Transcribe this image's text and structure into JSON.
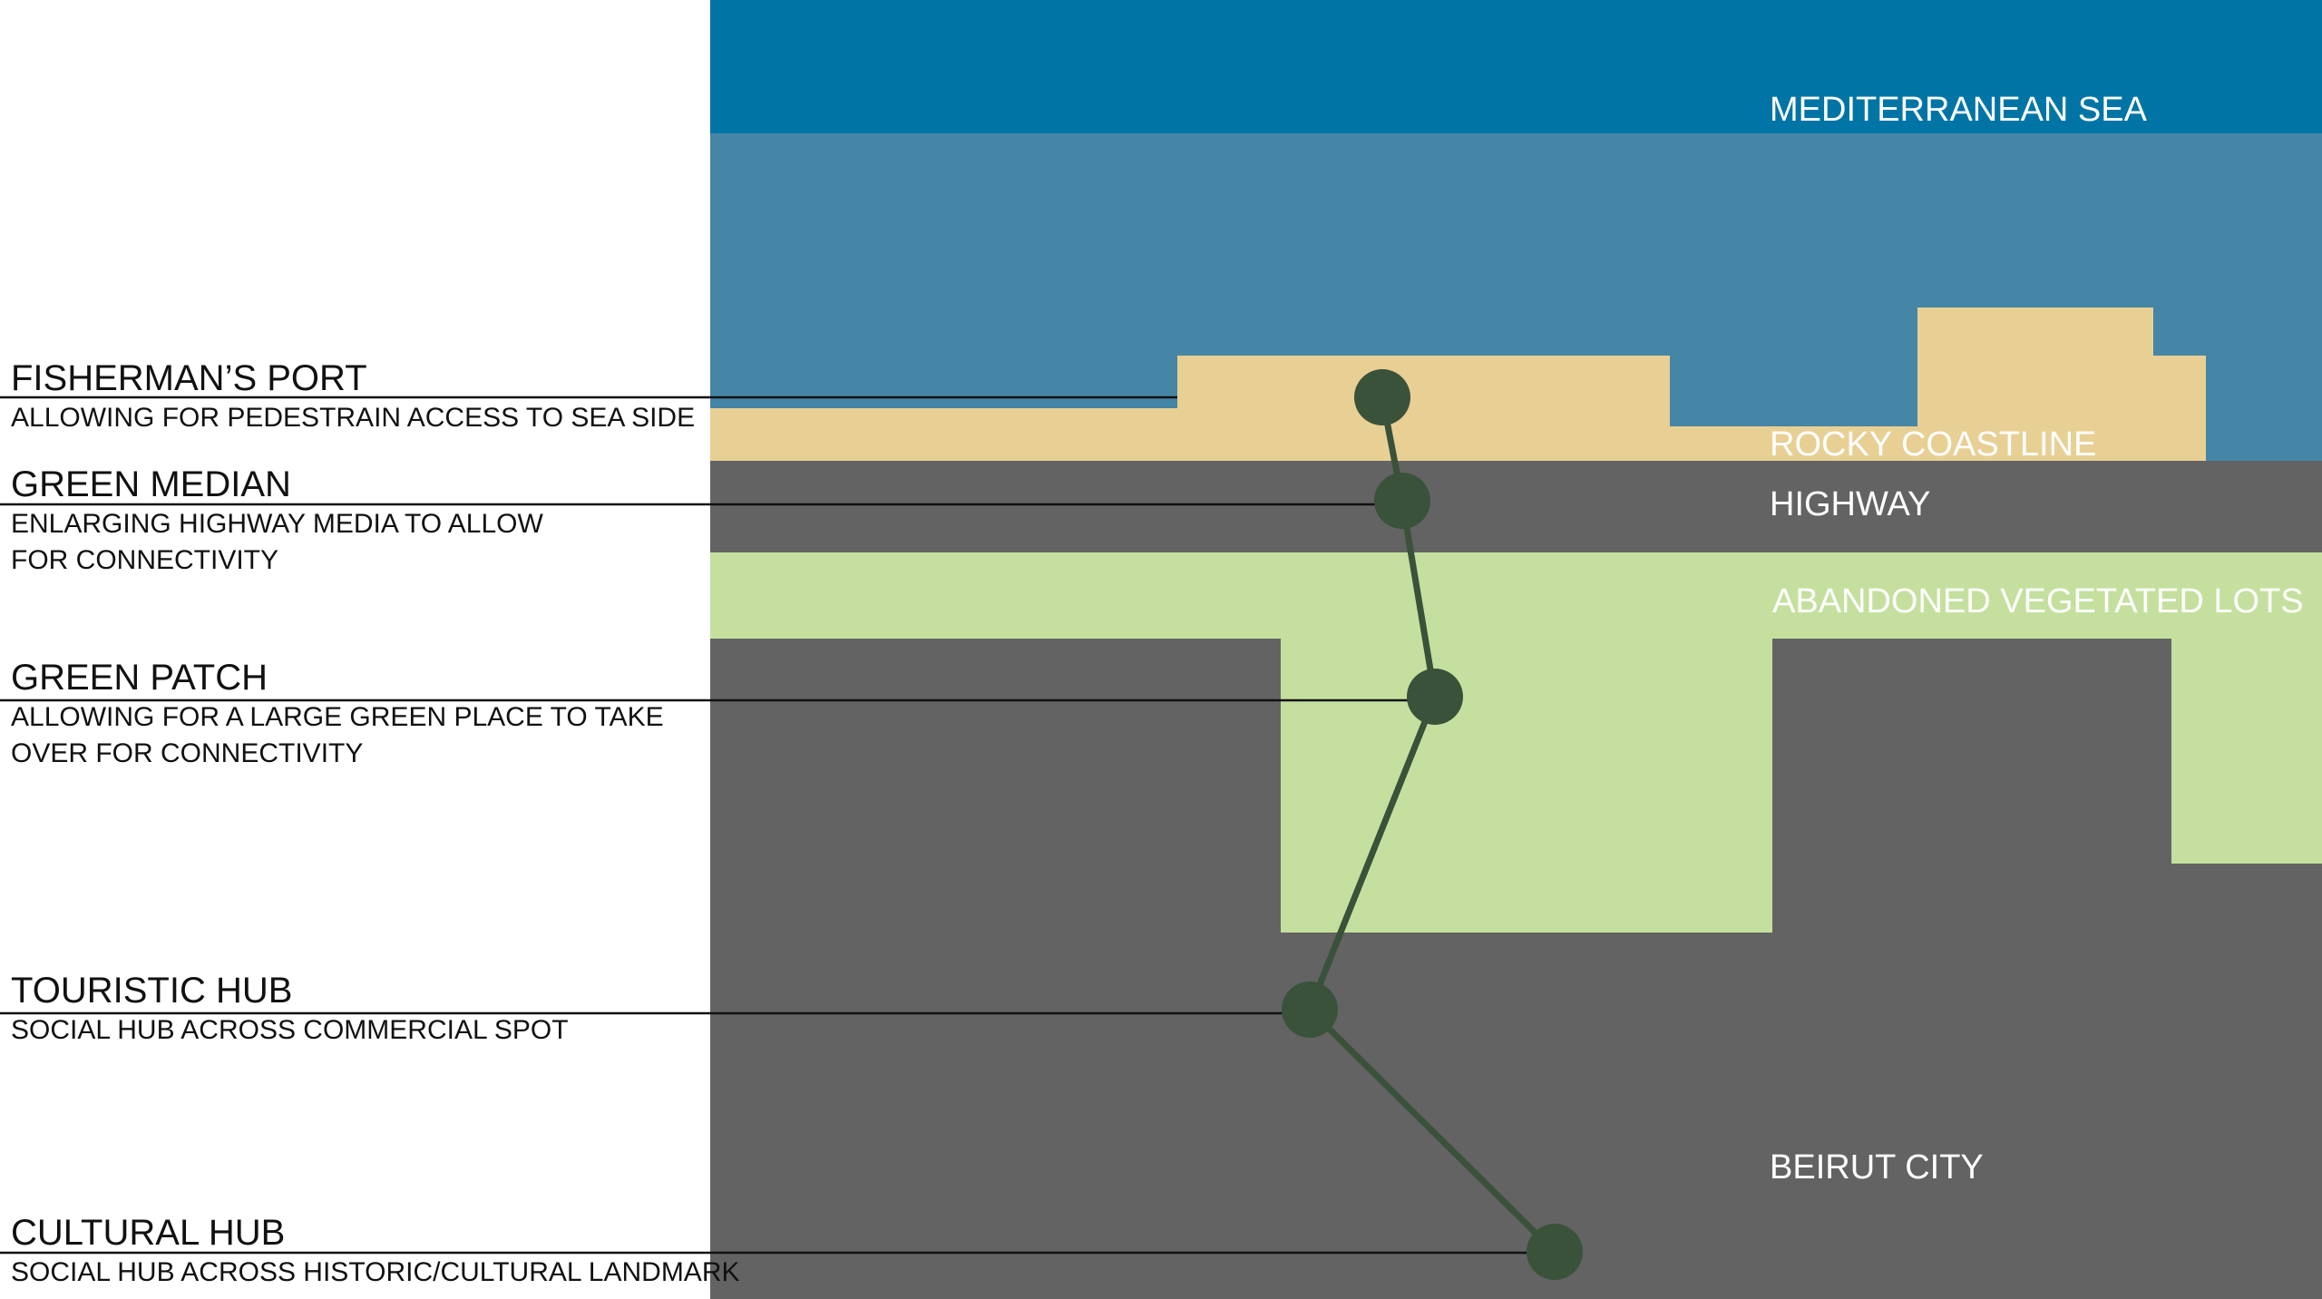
{
  "colors": {
    "sea_deep": "#0075A5",
    "sea_shallow": "#4585A5",
    "coastline": "#E8CF94",
    "highway": "#636363",
    "vegetation": "#C5E09E",
    "city": "#636363",
    "node": "#3A513A",
    "path": "#3A513A",
    "leader": "#111111",
    "background": "#FFFFFF"
  },
  "zones": {
    "sea": "MEDITERRANEAN SEA",
    "coast": "ROCKY COASTLINE",
    "highway": "HIGHWAY",
    "lots": "ABANDONED VEGETATED LOTS",
    "city": "BEIRUT CITY"
  },
  "callouts": [
    {
      "title": "FISHERMAN’S PORT",
      "lines": [
        "ALLOWING FOR PEDESTRAIN ACCESS TO SEA SIDE"
      ]
    },
    {
      "title": "GREEN MEDIAN",
      "lines": [
        "ENLARGING HIGHWAY MEDIA TO ALLOW",
        "FOR CONNECTIVITY"
      ]
    },
    {
      "title": "GREEN PATCH",
      "lines": [
        "ALLOWING FOR A LARGE GREEN PLACE TO TAKE",
        "OVER FOR CONNECTIVITY"
      ]
    },
    {
      "title": "TOURISTIC HUB",
      "lines": [
        "SOCIAL HUB ACROSS COMMERCIAL SPOT"
      ]
    },
    {
      "title": "CULTURAL HUB",
      "lines": [
        "SOCIAL HUB ACROSS HISTORIC/CULTURAL LANDMARK"
      ]
    }
  ]
}
